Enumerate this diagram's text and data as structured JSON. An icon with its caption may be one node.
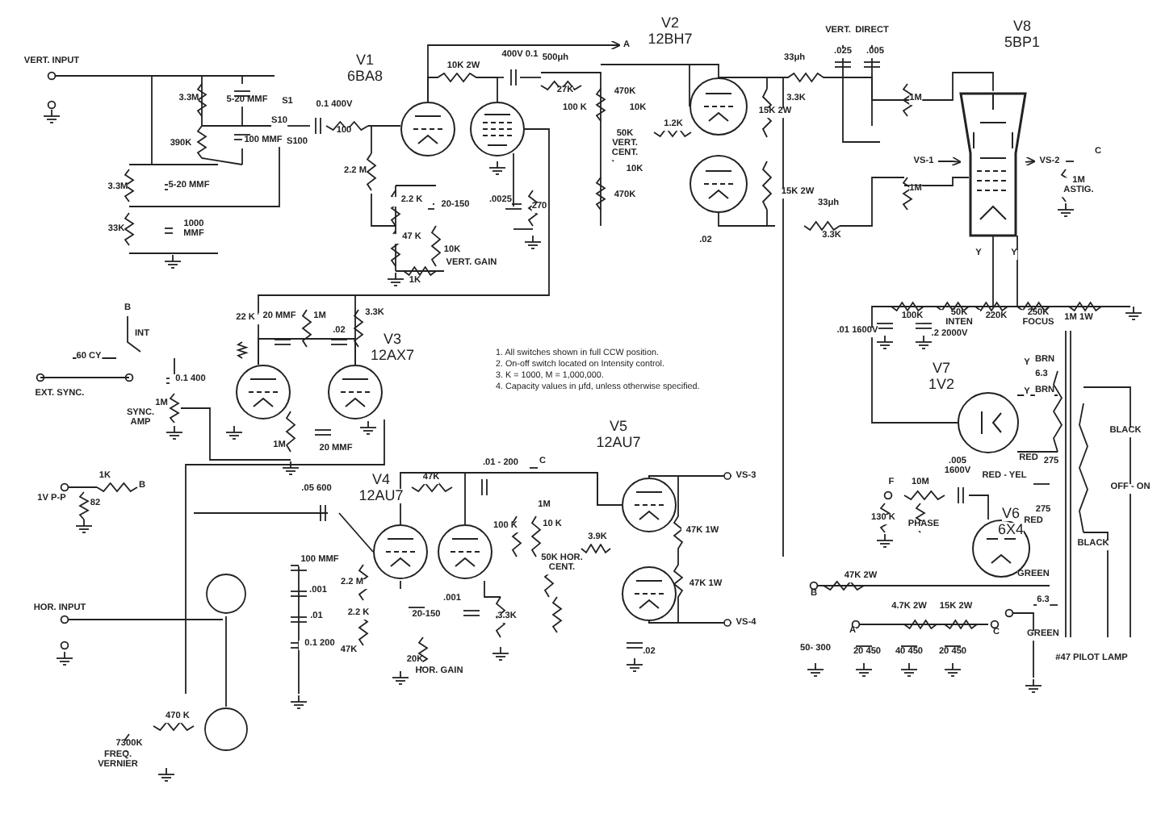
{
  "diagram": {
    "nodes": [
      {
        "text": [
          "V1",
          "6BA8"
        ]
      },
      {
        "text": [],
        "shape": "circle"
      },
      {
        "text": [
          "V2",
          "12BH7"
        ]
      },
      {
        "text": [],
        "shape": "circle"
      },
      {
        "text": [],
        "shape": "circle"
      },
      {
        "text": [
          "V3",
          "12AX7"
        ]
      },
      {
        "text": [
          "V4",
          "12AU7"
        ]
      },
      {
        "text": [],
        "shape": "circle"
      },
      {
        "text": [
          "V5",
          "12AU7"
        ]
      },
      {
        "text": [],
        "shape": "circle"
      },
      {
        "text": [
          "V8",
          "5BP1"
        ]
      },
      {
        "text": [
          "V7",
          "1V2"
        ]
      },
      {
        "text": [
          "V6",
          "6X4"
        ]
      },
      {
        "text": [
          "VS-1"
        ]
      },
      {
        "text": [
          "VS-2"
        ]
      },
      {
        "text": [
          "VS-3"
        ]
      },
      {
        "text": [
          "VS-4"
        ]
      },
      {
        "text": [
          "A"
        ]
      }
    ],
    "edges": [
      {
        "from": 0,
        "to": 1,
        "arrow": "none"
      },
      {
        "from": 0,
        "to": 17,
        "arrow": "to"
      },
      {
        "from": 1,
        "to": 5,
        "arrow": "none"
      },
      {
        "from": 2,
        "to": 10,
        "arrow": "none"
      },
      {
        "from": 10,
        "to": 11,
        "arrow": "none"
      },
      {
        "from": 6,
        "to": 8,
        "arrow": "none"
      },
      {
        "from": 8,
        "to": 9,
        "arrow": "none"
      },
      {
        "from": 7,
        "to": 8,
        "arrow": "none"
      },
      {
        "from": 13,
        "to": 10,
        "arrow": "to"
      },
      {
        "from": 10,
        "to": 14,
        "arrow": "to"
      },
      {
        "from": 8,
        "to": 15,
        "arrow": "other"
      },
      {
        "from": 9,
        "to": 16,
        "arrow": "other"
      }
    ],
    "labels": [
      "VERT. INPUT",
      "3.3M",
      "5-20 MMF",
      "S1",
      "S10",
      "S100",
      "0.1 400V",
      "100",
      "10K 2W",
      "400V 0.1",
      "500μh",
      "27K",
      "100 K",
      "390K",
      "100 MMF",
      "3.3M",
      "5-20 MMF",
      "33K",
      "1000 MMF",
      "2.2 M",
      "2.2 K",
      "20-150",
      ".0025",
      "270",
      "47 K",
      "10K",
      "VERT. GAIN",
      "1K",
      "470K",
      "10K",
      "50K VERT. CENT.",
      "1.2K",
      "10K",
      "470K",
      "15K 2W",
      "15K 2W",
      ".02",
      "33μh",
      "3.3K",
      "33μh",
      "3.3K",
      "VERT.",
      "DIRECT",
      ".025",
      ".005",
      "1M",
      "1M",
      "C",
      "1M ASTIG.",
      "Y",
      "Y",
      "100K",
      "50K INTEN",
      "220K",
      "250K FOCUS",
      "1M 1W",
      ".01 1600V",
      ".2 2000V",
      "B",
      "22 K",
      "20 MMF",
      "1M",
      ".02",
      "3.3K",
      "INT",
      "60 CY",
      "EXT. SYNC.",
      "0.1 400",
      "1M",
      "SYNC. AMP",
      "1M",
      "20 MMF",
      "1. All switches shown in full CCW position.",
      "2. On-off switch located on Intensity control.",
      "3. K = 1000, M = 1,000,000.",
      "4. Capacity values in μfd, unless otherwise specified.",
      "BRN",
      "6.3",
      "BRN",
      "Y",
      "Y",
      "1V P-P",
      "1K",
      "B",
      "82",
      "47K",
      ".01 - 200",
      "C",
      ".05 600",
      "100 K",
      "1M",
      "10 K",
      "50K HOR. CENT.",
      "3.9K",
      "F",
      "10M",
      ".005 1600V",
      "RED - YEL",
      "275",
      "RED",
      "130 K",
      "PHASE",
      "275",
      "RED",
      "BLACK",
      "OFF - ON",
      "BLACK",
      "100 MMF",
      ".001",
      ".01",
      "0.1 200",
      "HOR. INPUT",
      "2.2 M",
      "2.2 K",
      "20-150",
      ".001",
      "3.3K",
      "47K",
      "20K",
      "HOR. GAIN",
      "47K 1W",
      "47K 1W",
      "47K 2W",
      "GREEN",
      "B",
      "4.7K 2W",
      "15K 2W",
      "A",
      "C",
      "6.3",
      "GREEN",
      ".02",
      "50- 300",
      "20 450",
      "40 450",
      "20 450",
      "#47 PILOT LAMP",
      "470 K",
      "7300K",
      "FREQ. VERNIER"
    ]
  }
}
